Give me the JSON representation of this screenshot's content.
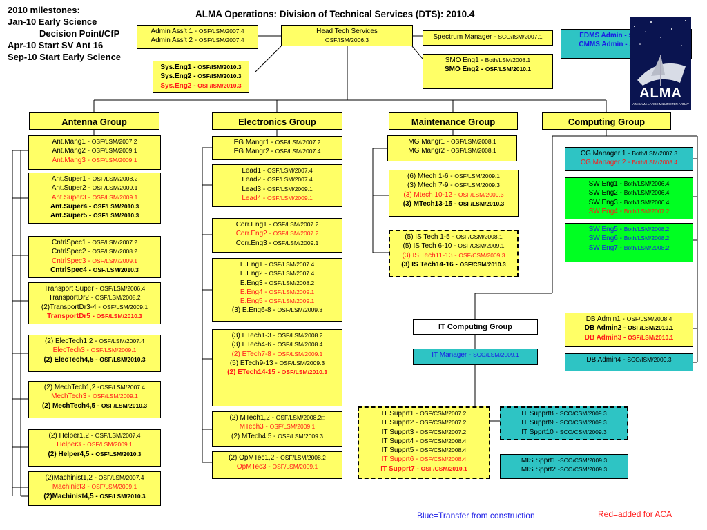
{
  "title": "ALMA Operations: Division of Technical Services (DTS): 2010.4",
  "milestones": [
    "2010 milestones:",
    "Jan-10 Early Science",
    "Decision Point/CfP",
    "Apr-10 Start SV Ant 16",
    "Sep-10 Start Early Science"
  ],
  "logo": {
    "text": "ALMA",
    "subtext": "ATACAMA LARGE MILLIMETER ARRAY"
  },
  "legend": {
    "blue": "Blue=Transfer from construction",
    "red": "Red=added for ACA"
  },
  "colors": {
    "yellow": "#ffff66",
    "cyan": "#2ec4c4",
    "green": "#00ff22",
    "red": "#ff1a1a",
    "blue": "#1a1ae6"
  },
  "top": {
    "head": [
      {
        "a": "Head Tech Services",
        "b": "",
        "c": "n",
        "w": "n"
      },
      {
        "a": "",
        "b": "OSF/ISM/2006.3",
        "c": "n",
        "w": "n"
      }
    ],
    "admin": [
      {
        "a": "Admin Ass’t 1 - ",
        "b": "OSF/LSM/2007.4",
        "c": "n",
        "w": "n"
      },
      {
        "a": "Admin Ass’t 2 - ",
        "b": "OSF/LSM/2007.4",
        "c": "n",
        "w": "n"
      }
    ],
    "sys": [
      {
        "a": "Sys.Eng1 - ",
        "b": "OSF/ISM/2010.3",
        "c": "n",
        "w": "b"
      },
      {
        "a": "Sys.Eng2 - ",
        "b": "OSF/ISM/2010.3",
        "c": "n",
        "w": "b"
      },
      {
        "a": "Sys.Eng2 - ",
        "b": "OSF/ISM/2010.3",
        "c": "r",
        "w": "b"
      }
    ],
    "spectrum": [
      {
        "a": "Spectrum Manager - ",
        "b": "SCO/ISM/2007.1",
        "c": "n",
        "w": "n"
      }
    ],
    "smo": [
      {
        "a": "SMO Eng1 - ",
        "b": "Both/LSM/2008.1",
        "c": "n",
        "w": "n"
      },
      {
        "a": "SMO Eng2 - ",
        "b": "OSF/LSM/2010.1",
        "c": "n",
        "w": "b"
      }
    ],
    "edms": [
      {
        "a": "EDMS Admin - ",
        "b": "SCO/ISM/2010.3",
        "c": "u",
        "w": "b"
      },
      {
        "a": "CMMS Admin - ",
        "b": "SCO/ISM/2010.3",
        "c": "u",
        "w": "b"
      }
    ]
  },
  "groups": {
    "antenna": "Antenna Group",
    "electronics": "Electronics Group",
    "maintenance": "Maintenance Group",
    "computing": "Computing Group",
    "it_computing": "IT Computing Group"
  },
  "antenna": {
    "mang": [
      {
        "a": "Ant.Mang1 - ",
        "b": "OSF/LSM/2007.2",
        "c": "n",
        "w": "n"
      },
      {
        "a": "Ant.Mang2 - ",
        "b": "OSF/LSM/2009.1",
        "c": "n",
        "w": "n"
      },
      {
        "a": "Ant.Mang3 - ",
        "b": "OSF/LSM/2009.1",
        "c": "r",
        "w": "n"
      }
    ],
    "super": [
      {
        "a": "Ant.Super1 - ",
        "b": "OSF/LSM/2008.2",
        "c": "n",
        "w": "n"
      },
      {
        "a": "Ant.Super2 - ",
        "b": "OSF/LSM/2009.1",
        "c": "n",
        "w": "n"
      },
      {
        "a": "Ant.Super3 - ",
        "b": "OSF/LSM/2009.1",
        "c": "r",
        "w": "n"
      },
      {
        "a": "Ant.Super4 - ",
        "b": "OSF/LSM/2010.3",
        "c": "n",
        "w": "b"
      },
      {
        "a": "Ant.Super5 - ",
        "b": "OSF/LSM/2010.3",
        "c": "n",
        "w": "b"
      }
    ],
    "cntrl": [
      {
        "a": "CntrlSpec1 - ",
        "b": "OSF/LSM/2007.2",
        "c": "n",
        "w": "n"
      },
      {
        "a": "CntrlSpec2 - ",
        "b": "OSF/LSM/2008.2",
        "c": "n",
        "w": "n"
      },
      {
        "a": "CntrlSpec3 - ",
        "b": "OSF/LSM/2009.1",
        "c": "r",
        "w": "n"
      },
      {
        "a": "CntrlSpec4 - ",
        "b": "OSF/LSM/2010.3",
        "c": "n",
        "w": "b"
      }
    ],
    "transport": [
      {
        "a": "Transport Super - ",
        "b": "OSF/LSM/2006.4",
        "c": "n",
        "w": "n"
      },
      {
        "a": "TransportDr2 - ",
        "b": "OSF/LSM/2008.2",
        "c": "n",
        "w": "n"
      },
      {
        "a": "(2)TransportDr3-4 - ",
        "b": "OSF/LSM/2009.1",
        "c": "n",
        "w": "n"
      },
      {
        "a": "TransportDr5 - ",
        "b": "OSF/LSM/2010.3",
        "c": "r",
        "w": "b"
      }
    ],
    "elec": [
      {
        "a": "(2) ElecTech1,2 - ",
        "b": "OSF/LSM/2007.4",
        "c": "n",
        "w": "n"
      },
      {
        "a": "ElecTech3 - ",
        "b": "OSF/LSM/2009.1",
        "c": "r",
        "w": "n"
      },
      {
        "a": "(2) ElecTech4,5 - ",
        "b": "OSF/LSM/2010.3",
        "c": "n",
        "w": "b"
      }
    ],
    "mech": [
      {
        "a": "(2) MechTech1,2 -",
        "b": "OSF/LSM/2007.4",
        "c": "n",
        "w": "n"
      },
      {
        "a": "MechTech3 - ",
        "b": "OSF/LSM/2009.1",
        "c": "r",
        "w": "n"
      },
      {
        "a": "(2) MechTech4,5 - ",
        "b": "OSF/LSM/2010.3",
        "c": "n",
        "w": "b"
      }
    ],
    "helper": [
      {
        "a": "(2) Helper1,2 - ",
        "b": "OSF/LSM/2007.4",
        "c": "n",
        "w": "n"
      },
      {
        "a": "Helper3 - ",
        "b": "OSF/LSM/2009.1",
        "c": "r",
        "w": "n"
      },
      {
        "a": "(2) Helper4,5 - ",
        "b": "OSF/LSM/2010.3",
        "c": "n",
        "w": "b"
      }
    ],
    "machinist": [
      {
        "a": "(2)Machinist1,2 - ",
        "b": "OSF/LSM/2007.4",
        "c": "n",
        "w": "n"
      },
      {
        "a": "Machinist3 - ",
        "b": "OSF/LSM/2009.1",
        "c": "r",
        "w": "n"
      },
      {
        "a": "(2)Machinist4,5 - ",
        "b": "OSF/LSM/2010.3",
        "c": "n",
        "w": "b"
      }
    ]
  },
  "electronics": {
    "mangr": [
      {
        "a": "EG Mangr1 - ",
        "b": "OSF/LSM/2007.2",
        "c": "n",
        "w": "n"
      },
      {
        "a": "EG Mangr2 - ",
        "b": "OSF/LSM/2007.4",
        "c": "n",
        "w": "n"
      }
    ],
    "lead": [
      {
        "a": "Lead1 - ",
        "b": "OSF/LSM/2007.4",
        "c": "n",
        "w": "n"
      },
      {
        "a": "Lead2 - ",
        "b": "OSF/LSM/2007.4",
        "c": "n",
        "w": "n"
      },
      {
        "a": "Lead3 - ",
        "b": "OSF/LSM/2009.1",
        "c": "n",
        "w": "n"
      },
      {
        "a": "Lead4 - ",
        "b": "OSF/LSM/2009.1",
        "c": "r",
        "w": "n"
      }
    ],
    "corr": [
      {
        "a": "Corr.Eng1 - ",
        "b": "OSF/LSM/2007.2",
        "c": "n",
        "w": "n"
      },
      {
        "a": "Corr.Eng2 - ",
        "b": "OSF/LSM/2007.2",
        "c": "r",
        "w": "n"
      },
      {
        "a": "Corr.Eng3 - ",
        "b": "OSF/LSM/2009.1",
        "c": "n",
        "w": "n"
      }
    ],
    "eeng": [
      {
        "a": "E.Eng1 - ",
        "b": "OSF/LSM/2007.4",
        "c": "n",
        "w": "n"
      },
      {
        "a": "E.Eng2 - ",
        "b": "OSF/LSM/2007.4",
        "c": "n",
        "w": "n"
      },
      {
        "a": "E.Eng3 - ",
        "b": "OSF/LSM/2008.2",
        "c": "n",
        "w": "n"
      },
      {
        "a": "E.Eng4 - ",
        "b": "OSF/LSM/2009.1",
        "c": "r",
        "w": "n"
      },
      {
        "a": "E.Eng5 - ",
        "b": "OSF/LSM/2009.1",
        "c": "r",
        "w": "n"
      },
      {
        "a": "(3) E.Eng6-8 - ",
        "b": "OSF/LSM/2009.3",
        "c": "n",
        "w": "n"
      }
    ],
    "etech": [
      {
        "a": "(3) ETech1-3 - ",
        "b": "OSF/LSM/2008.2",
        "c": "n",
        "w": "n"
      },
      {
        "a": "(3) ETech4-6 - ",
        "b": "OSF/LSM/2008.4",
        "c": "n",
        "w": "n"
      },
      {
        "a": "(2) ETech7-8 - ",
        "b": "OSF/LSM/2009.1",
        "c": "r",
        "w": "n"
      },
      {
        "a": "(5) ETech9-13 - ",
        "b": "OSF/LSM/2009.3",
        "c": "n",
        "w": "n"
      },
      {
        "a": "(2) ETech14-15 - ",
        "b": "OSF/LSM/2010.3",
        "c": "r",
        "w": "b"
      }
    ],
    "mtech": [
      {
        "a": "(2) MTech1,2 - ",
        "b": "OSF/LSM/2008.2□",
        "c": "n",
        "w": "n"
      },
      {
        "a": "MTech3 - ",
        "b": "OSF/LSM/2009.1",
        "c": "r",
        "w": "n"
      },
      {
        "a": "(2) MTech4,5 - ",
        "b": "OSF/LSM/2009.3",
        "c": "n",
        "w": "n"
      }
    ],
    "opm": [
      {
        "a": "(2) OpMTec1,2 - ",
        "b": "OSF/LSM/2008.2",
        "c": "n",
        "w": "n"
      },
      {
        "a": "OpMTec3 - ",
        "b": "OSF/LSM/2009.1",
        "c": "r",
        "w": "n"
      }
    ]
  },
  "maintenance": {
    "mangr": [
      {
        "a": "MG Mangr1 - ",
        "b": "OSF/LSM/2008.1",
        "c": "n",
        "w": "n"
      },
      {
        "a": "MG Mangr2 - ",
        "b": "OSF/LSM/2008.1",
        "c": "n",
        "w": "n"
      }
    ],
    "mtech": [
      {
        "a": "(6) Mtech 1-6 - ",
        "b": "OSF/LSM/2009.1",
        "c": "n",
        "w": "n"
      },
      {
        "a": "(3) Mtech 7-9 - ",
        "b": "OSF/LSM/2009.3",
        "c": "n",
        "w": "n"
      },
      {
        "a": "(3) Mtech 10-12 - ",
        "b": "OSF/LSM/2009.3",
        "c": "r",
        "w": "n"
      },
      {
        "a": "(3) MTech13-15 - ",
        "b": "OSF/LSM/2010.3",
        "c": "n",
        "w": "b"
      }
    ],
    "istech": [
      {
        "a": "(5) IS Tech 1-5 - ",
        "b": "OSF/CSM/2008.1",
        "c": "n",
        "w": "n"
      },
      {
        "a": "(5) IS Tech 6-10 - ",
        "b": "OSF/CSM/2009.1",
        "c": "n",
        "w": "n"
      },
      {
        "a": "(3) IS Tech11-13 - ",
        "b": "OSF/CSM/2009.3",
        "c": "r",
        "w": "n"
      },
      {
        "a": "(3) IS Tech14-16 - ",
        "b": "OSF/CSM/2010.3",
        "c": "n",
        "w": "b"
      }
    ]
  },
  "computing": {
    "cg": [
      {
        "a": "CG Manager 1 - ",
        "b": "Both/LSM/2007.3",
        "c": "n",
        "w": "n"
      },
      {
        "a": "CG Manager 2 - ",
        "b": "Both/LSM/2008.4",
        "c": "r",
        "w": "n"
      }
    ],
    "sw1": [
      {
        "a": "SW Eng1 - ",
        "b": "Both/LSM/2006.4",
        "c": "n",
        "w": "n"
      },
      {
        "a": "SW Eng2 - ",
        "b": "Both/LSM/2006.4",
        "c": "n",
        "w": "n"
      },
      {
        "a": "SW Eng3 - ",
        "b": "Both/LSM/2006.4",
        "c": "n",
        "w": "n"
      },
      {
        "a": "SW Eng4 - ",
        "b": "Both/LSM/2007.2",
        "c": "r",
        "w": "n"
      }
    ],
    "sw2": [
      {
        "a": "SW Eng5 - ",
        "b": "Both/LSM/2008.2",
        "c": "u",
        "w": "n"
      },
      {
        "a": "SW Eng6 - ",
        "b": "Both/LSM/2008.2",
        "c": "u",
        "w": "n"
      },
      {
        "a": "SW Eng7 - ",
        "b": "Both/LSM/2008.2",
        "c": "u",
        "w": "n"
      }
    ],
    "db1": [
      {
        "a": "DB Admin1 - ",
        "b": "OSF/LSM/2008.4",
        "c": "n",
        "w": "n"
      },
      {
        "a": "DB Admin2 - ",
        "b": "OSF/LSM/2010.1",
        "c": "n",
        "w": "b"
      },
      {
        "a": "DB Admin3 - ",
        "b": "OSF/LSM/2010.1",
        "c": "r",
        "w": "b"
      }
    ],
    "db4": [
      {
        "a": "DB Admin4 - ",
        "b": "SCO/ISM/2009.3",
        "c": "n",
        "w": "n"
      }
    ]
  },
  "it": {
    "manager": [
      {
        "a": "IT Manager - ",
        "b": "SCO/LSM/2009.1",
        "c": "u",
        "w": "n"
      }
    ],
    "supprt": [
      {
        "a": "IT Supprt1 - ",
        "b": "OSF/CSM/2007.2",
        "c": "n",
        "w": "n"
      },
      {
        "a": "IT Supprt2 - ",
        "b": "OSF/CSM/2007.2",
        "c": "n",
        "w": "n"
      },
      {
        "a": "IT Supprt3 - ",
        "b": "OSF/CSM/2007.2",
        "c": "n",
        "w": "n"
      },
      {
        "a": "IT Supprt4 - ",
        "b": "OSF/CSM/2008.4",
        "c": "n",
        "w": "n"
      },
      {
        "a": "IT Supprt5 - ",
        "b": "OSF/CSM/2008.4",
        "c": "n",
        "w": "n"
      },
      {
        "a": "IT Supprt6 - ",
        "b": "OSF/CSM/2008.4",
        "c": "r",
        "w": "n"
      },
      {
        "a": "IT Supprt7 - ",
        "b": "OSF/CSM/2010.1",
        "c": "r",
        "w": "b"
      }
    ],
    "supprt_sco": [
      {
        "a": "IT Supprt8 - ",
        "b": "SCO/CSM/2009.3",
        "c": "n",
        "w": "n"
      },
      {
        "a": "IT Supprt9 - ",
        "b": "SCO/CSM/2009.3",
        "c": "n",
        "w": "n"
      },
      {
        "a": "IT Spprt10 - ",
        "b": "SCO/CSM/2009.3",
        "c": "n",
        "w": "n"
      }
    ],
    "mis": [
      {
        "a": "MIS Spprt1 -",
        "b": "SCO/CSM/2009.3",
        "c": "n",
        "w": "n"
      },
      {
        "a": "MIS Spprt2 -",
        "b": "SCO/CSM/2009.3",
        "c": "n",
        "w": "n"
      }
    ]
  }
}
